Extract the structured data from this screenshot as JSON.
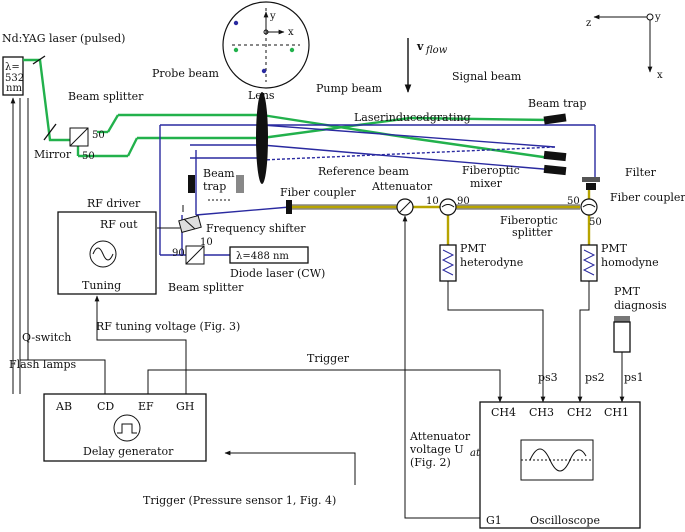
{
  "axes": {
    "y": "y",
    "z": "z",
    "x": "x"
  },
  "beam_view": {
    "y": "y",
    "x": "x"
  },
  "laser": {
    "title": "Nd:YAG laser (pulsed)",
    "lambda": "λ=",
    "value": "532",
    "unit": "nm"
  },
  "flow_label": "v",
  "flow_sub": "flow",
  "labels": {
    "probe_beam": "Probe beam",
    "lens": "Lens",
    "pump_beam": "Pump beam",
    "signal_beam": "Signal beam",
    "beam_splitter_top": "Beam splitter",
    "mirror": "Mirror",
    "grating": "Laserinducedgrating",
    "beam_trap_right": "Beam trap",
    "reference_beam": "Reference beam",
    "filter": "Filter",
    "fiber_coupler_right": "Fiber coupler",
    "beam_trap_left_1": "Beam",
    "beam_trap_left_2": "trap",
    "fiber_coupler_mid": "Fiber coupler",
    "attenuator": "Attenuator",
    "fiberoptic_mixer_1": "Fiberoptic",
    "fiberoptic_mixer_2": "mixer",
    "fiberoptic_splitter_1": "Fiberoptic",
    "fiberoptic_splitter_2": "splitter",
    "frequency_shifter": "Frequency shifter",
    "beam_splitter_bottom": "Beam splitter",
    "diode_laser": "Diode laser (CW)",
    "diode_lambda": "λ=488 nm",
    "rf_driver": "RF driver",
    "rf_out": "RF out",
    "tuning": "Tuning",
    "rf_tuning_voltage": "RF tuning voltage (Fig. 3)",
    "q_switch": "Q-switch",
    "flash_lamps": "Flash lamps",
    "trigger_top": "Trigger",
    "pmt_heterodyne_1": "PMT",
    "pmt_heterodyne_2": "heterodyne",
    "pmt_homodyne_1": "PMT",
    "pmt_homodyne_2": "homodyne",
    "pmt_diagnosis_1": "PMT",
    "pmt_diagnosis_2": "diagnosis",
    "ps1": "ps1",
    "ps2": "ps2",
    "ps3": "ps3",
    "attenuator_voltage_1": "Attenuator",
    "attenuator_voltage_2": "voltage U",
    "attenuator_voltage_sub": "at",
    "attenuator_voltage_3": "(Fig. 2)",
    "delay_generator": "Delay generator",
    "trigger_bottom": "Trigger (Pressure sensor 1, Fig. 4)",
    "oscilloscope": "Oscilloscope",
    "g1": "G1"
  },
  "ratios": {
    "split_a": "50",
    "split_b": "50",
    "fs_a": "90",
    "fs_b": "10",
    "mix_a": "10",
    "mix_b": "90",
    "sp_a": "50",
    "sp_b": "50"
  },
  "delay_ports": [
    "AB",
    "CD",
    "EF",
    "GH"
  ],
  "scope_channels": [
    "CH4",
    "CH3",
    "CH2",
    "CH1"
  ],
  "colors": {
    "green_beam": "#22b14c",
    "blue_beam": "#2a2aa0",
    "fiber": "#b7a400",
    "line": "#111111"
  }
}
